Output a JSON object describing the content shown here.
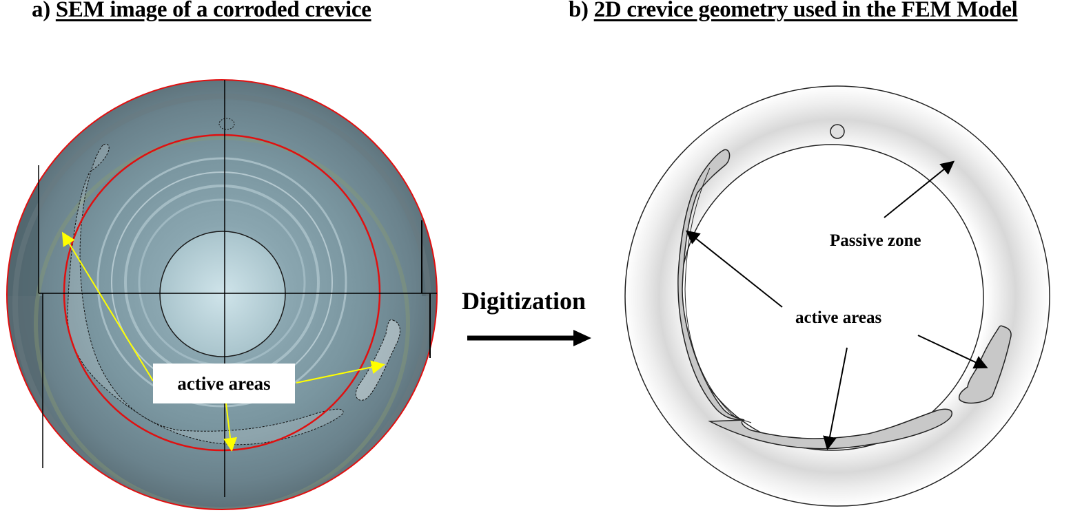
{
  "panel_a": {
    "prefix": "a) ",
    "title": "SEM image of a corroded crevice",
    "annotation": "active areas",
    "annotation_arrow_color": "#ffff00",
    "boundary_circle_color": "#e01010"
  },
  "panel_b": {
    "prefix": "b) ",
    "title": "2D crevice geometry used in the FEM Model",
    "labels": {
      "passive_zone": "Passive zone",
      "active_areas": "active areas"
    }
  },
  "transition": {
    "label": "Digitization",
    "arrow": "right-arrow-icon"
  }
}
